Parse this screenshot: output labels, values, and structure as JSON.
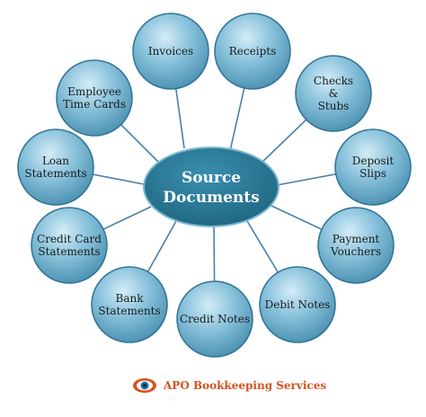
{
  "center": {
    "lines": [
      "Source",
      "Documents"
    ]
  },
  "nodes": [
    {
      "id": "invoices",
      "lines": [
        "Invoices"
      ]
    },
    {
      "id": "receipts",
      "lines": [
        "Receipts"
      ]
    },
    {
      "id": "checks-stubs",
      "lines": [
        "Checks",
        "&",
        "Stubs"
      ]
    },
    {
      "id": "deposit-slips",
      "lines": [
        "Deposit",
        "Slips"
      ]
    },
    {
      "id": "payment-vouchers",
      "lines": [
        "Payment",
        "Vouchers"
      ]
    },
    {
      "id": "debit-notes",
      "lines": [
        "Debit Notes"
      ]
    },
    {
      "id": "credit-notes",
      "lines": [
        "Credit Notes"
      ]
    },
    {
      "id": "bank-statements",
      "lines": [
        "Bank",
        "Statements"
      ]
    },
    {
      "id": "credit-card-statements",
      "lines": [
        "Credit Card",
        "Statements"
      ]
    },
    {
      "id": "loan-statements",
      "lines": [
        "Loan",
        "Statements"
      ]
    },
    {
      "id": "employee-time-cards",
      "lines": [
        "Employee",
        "Time Cards"
      ]
    }
  ],
  "footer": {
    "brand": "APO Bookkeeping Services"
  },
  "colors": {
    "center": "#1f6f8b",
    "node": "#4f98b8",
    "node_light": "#c9e6f2",
    "connector": "#4a7fa8",
    "brand": "#d4521f"
  }
}
